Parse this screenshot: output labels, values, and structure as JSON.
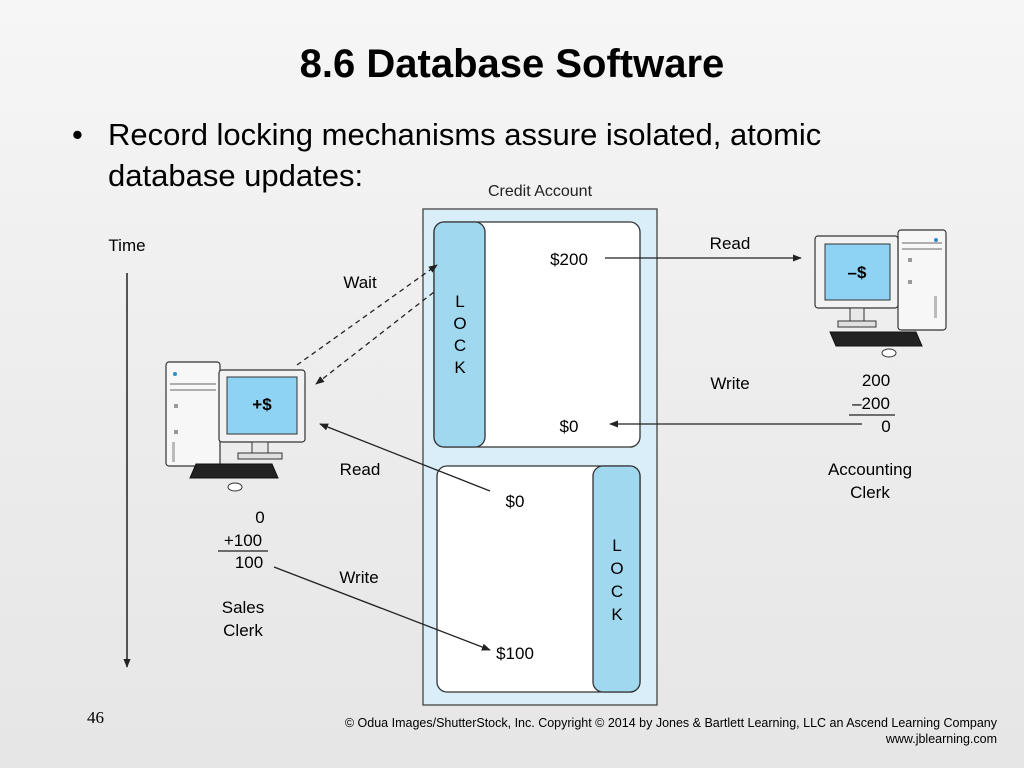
{
  "slide": {
    "title": "8.6 Database Software",
    "bullet_symbol": "•",
    "bullet_line_1": "Record locking mechanisms assure isolated, atomic",
    "bullet_line_2": "database updates:",
    "page_number": "46",
    "copyright_line_1": "© Odua Images/ShutterStock, Inc. Copyright © 2014 by Jones & Bartlett Learning, LLC an Ascend Learning Company",
    "copyright_line_2": "www.jblearning.com"
  },
  "diagram": {
    "credit_account_label": "Credit Account",
    "time_label": "Time",
    "lock_letters": [
      "L",
      "O",
      "C",
      "K"
    ],
    "top_record": {
      "value_initial": "$200",
      "value_final": "$0"
    },
    "bottom_record": {
      "value_initial": "$0",
      "value_final": "$100"
    },
    "arrows": {
      "wait": "Wait",
      "accounting_read": "Read",
      "accounting_write": "Write",
      "sales_read": "Read",
      "sales_write": "Write"
    },
    "accounting_clerk": {
      "screen_label": "–$",
      "calc": [
        "200",
        "–200",
        "0"
      ],
      "name_line_1": "Accounting",
      "name_line_2": "Clerk"
    },
    "sales_clerk": {
      "screen_label": "+$",
      "calc": [
        "0",
        "+100",
        "100"
      ],
      "name_line_1": "Sales",
      "name_line_2": "Clerk"
    },
    "colors": {
      "container_fill": "#d9eef8",
      "lock_fill": "#9fd8ef",
      "screen_fill": "#8fd3f4",
      "stroke": "#333333"
    }
  }
}
